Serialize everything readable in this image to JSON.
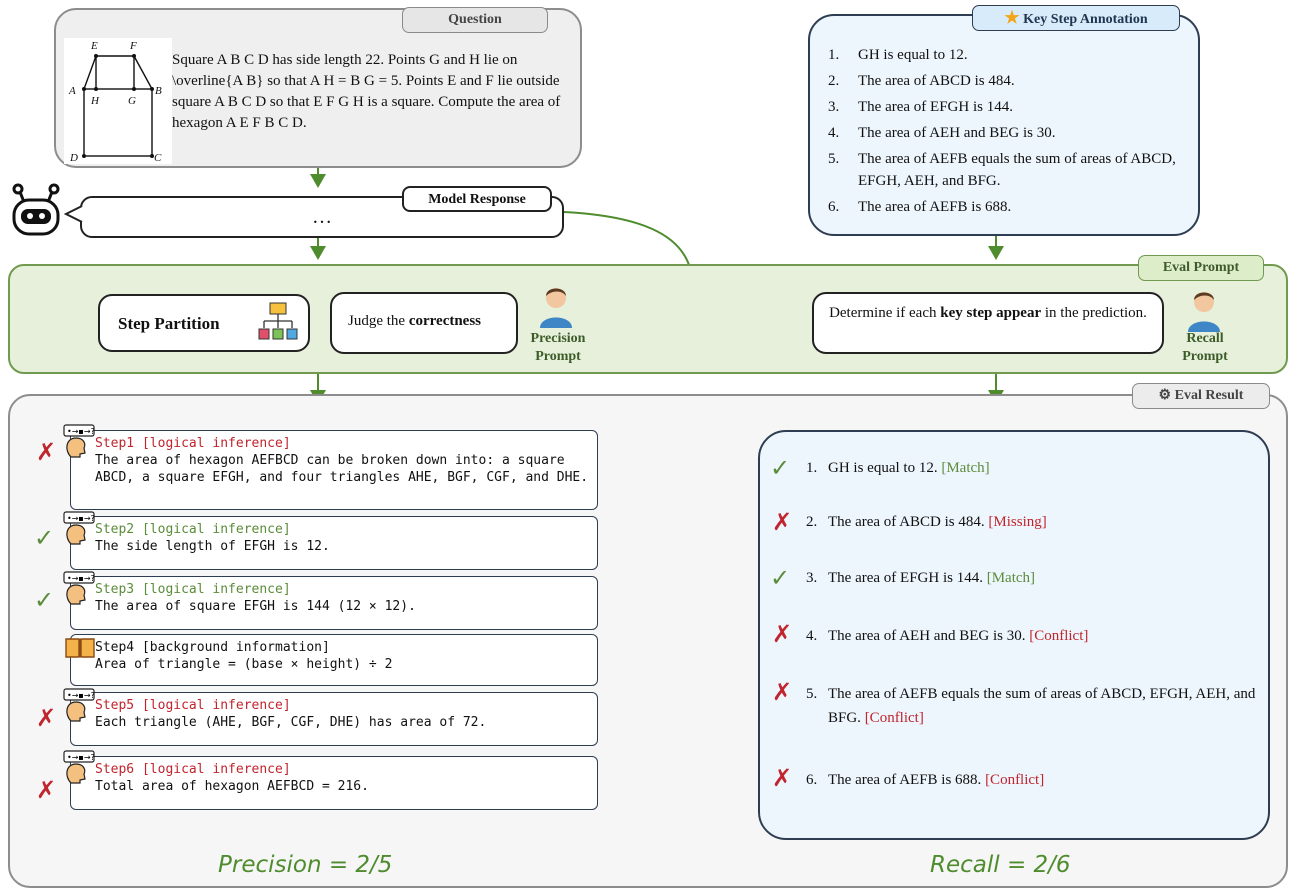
{
  "question": {
    "tab": "Question",
    "text": "Square A B C D has side length 22. Points G and H lie on \\overline{A B} so that A H = B G = 5. Points E and F lie outside square A B C D so that E F G H is a square. Compute the area of hexagon A E F B C D.",
    "figure_labels": {
      "E": "E",
      "F": "F",
      "A": "A",
      "H": "H",
      "G": "G",
      "B": "B",
      "D": "D",
      "C": "C"
    }
  },
  "key_steps": {
    "tab": "Key Step Annotation",
    "items": [
      {
        "n": "1.",
        "text": "GH is equal to 12."
      },
      {
        "n": "2.",
        "text": "The area of ABCD is 484."
      },
      {
        "n": "3.",
        "text": "The area of EFGH is 144."
      },
      {
        "n": "4.",
        "text": "The area of AEH and BEG is 30."
      },
      {
        "n": "5.",
        "text": "The area of AEFB equals the sum of areas of ABCD, EFGH, AEH, and BFG."
      },
      {
        "n": "6.",
        "text": "The area of AEFB is 688."
      }
    ]
  },
  "response": {
    "tab": "Model Response",
    "text": "…"
  },
  "eval_prompt": {
    "tab": "Eval Prompt",
    "step_partition": "Step Partition",
    "precision_text_pre": "Judge the ",
    "precision_text_bold": "correctness",
    "precision_label": "Precision Prompt",
    "recall_text_pre": "Determine if each ",
    "recall_text_bold": "key step appear",
    "recall_text_post": " in the prediction.",
    "recall_label": "Recall Prompt"
  },
  "eval_result": {
    "tab": "Eval Result",
    "steps": [
      {
        "header": "Step1 [logical inference]",
        "body": "The area of hexagon AEFBCD can be broken down into: a square ABCD, a square EFGH, and four triangles AHE, BGF, CGF, and DHE.",
        "verdict": "wrong"
      },
      {
        "header": "Step2 [logical inference]",
        "body": "The side length of EFGH is 12.",
        "verdict": "right"
      },
      {
        "header": "Step3 [logical inference]",
        "body": "The area of square EFGH is 144 (12 × 12).",
        "verdict": "right"
      },
      {
        "header": "Step4 [background information]",
        "body": "Area of triangle = (base × height) ÷ 2",
        "verdict": "none"
      },
      {
        "header": "Step5 [logical inference]",
        "body": "Each triangle (AHE, BGF, CGF, DHE) has area of 72.",
        "verdict": "wrong"
      },
      {
        "header": "Step6 [logical inference]",
        "body": "Total area of hexagon AEFBCD = 216.",
        "verdict": "wrong"
      }
    ],
    "recall": [
      {
        "n": "1.",
        "text": "GH is equal to 12.",
        "tag": "[Match]",
        "verdict": "right"
      },
      {
        "n": "2.",
        "text": "The area of ABCD is 484.",
        "tag": "[Missing]",
        "verdict": "wrong"
      },
      {
        "n": "3.",
        "text": "The area of EFGH is 144.",
        "tag": "[Match]",
        "verdict": "right"
      },
      {
        "n": "4.",
        "text": "The area of AEH and BEG is 30.",
        "tag": "[Conflict]",
        "verdict": "wrong"
      },
      {
        "n": "5.",
        "text": "The area of AEFB equals the sum of areas of ABCD, EFGH, AEH, and BFG.",
        "tag": "[Conflict]",
        "verdict": "wrong"
      },
      {
        "n": "6.",
        "text": "The area of AEFB is 688.",
        "tag": "[Conflict]",
        "verdict": "wrong"
      }
    ],
    "precision": "Precision = 2/5",
    "recall_metric": "Recall = 2/6",
    "check_glyph": "✓",
    "cross_glyph": "✗"
  },
  "colors": {
    "wrong": "#c0242c",
    "right": "#5b8c3a",
    "arrow": "#4e8c2d",
    "prompt_bg": "#e6f0da",
    "annotation_bg": "#eef6fd"
  }
}
